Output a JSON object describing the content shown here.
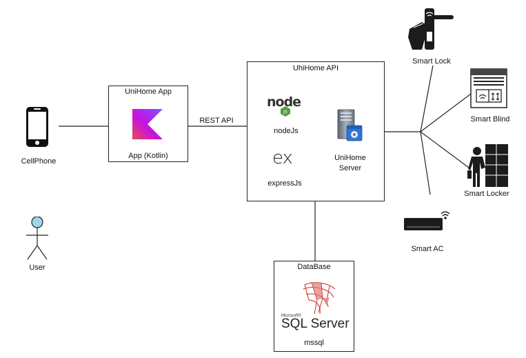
{
  "nodes": {
    "cellphone": "CellPhone",
    "user": "User",
    "unihome_app": {
      "title": "UniHome App",
      "caption": "App (Kotlin)"
    },
    "rest_api": "REST API",
    "api": {
      "title": "UhiHome API",
      "node_label": "nodeJs",
      "node_logo_text": "node",
      "express_logo_text": "ex",
      "express_label": "expressJs",
      "server_label_1": "UniHome",
      "server_label_2": "Server"
    },
    "database": {
      "title": "DataBase",
      "vendor_small": "Microsoft®",
      "product": "SQL Server",
      "caption": "mssql"
    },
    "devices": {
      "smart_lock": "Smart Lock",
      "smart_blind": "Smart Blind",
      "smart_locker": "Smart Locker",
      "smart_ac": "Smart AC"
    }
  },
  "colors": {
    "line": "#222222",
    "actor_head": "#9fd4ec",
    "kotlin_purple": "#7f52ff",
    "kotlin_pink": "#e44857",
    "node_green": "#539e43",
    "sql_red": "#cc2927"
  }
}
